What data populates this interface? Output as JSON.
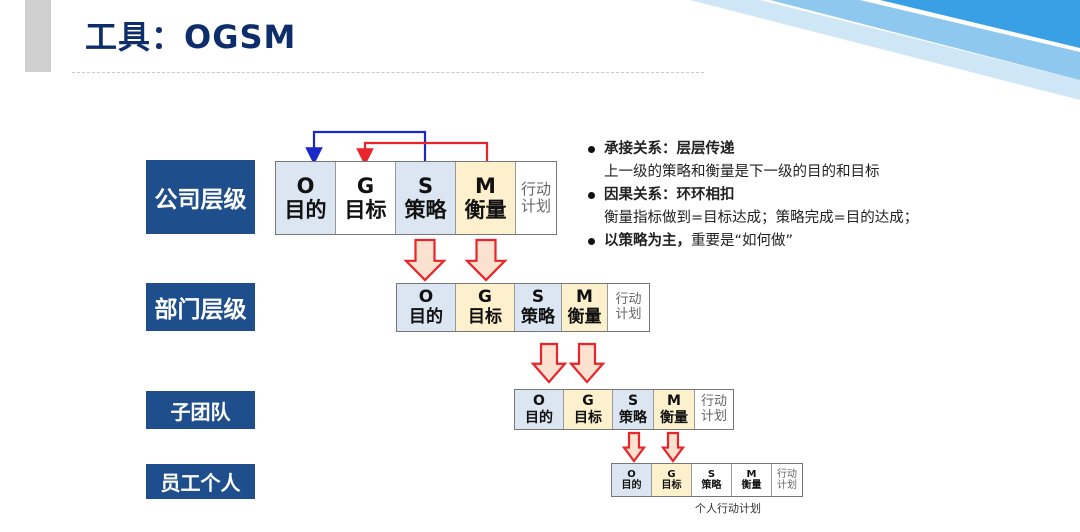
{
  "header": {
    "title": "工具：OGSM"
  },
  "ogsm_columns": [
    {
      "letter": "O",
      "label": "目的"
    },
    {
      "letter": "G",
      "label": "目标"
    },
    {
      "letter": "S",
      "label": "策略"
    },
    {
      "letter": "M",
      "label": "衡量"
    }
  ],
  "action_plan": [
    "行动",
    "计划"
  ],
  "levels": [
    {
      "label": "公司层级"
    },
    {
      "label": "部门层级"
    },
    {
      "label": "子团队"
    },
    {
      "label": "员工个人"
    }
  ],
  "notes": [
    {
      "heading": "承接关系：层层传递",
      "detail": "上一级的策略和衡量是下一级的目的和目标"
    },
    {
      "heading": "因果关系：环环相扣",
      "detail": "衡量指标做到=目标达成；策略完成=目的达成；"
    },
    {
      "heading": "以策略为主，",
      "detail": "重要是“如何做”"
    }
  ],
  "caption": "个人行动计划",
  "colors": {
    "accent": "#1f4e8c",
    "arrow_red": "#e8252a",
    "arrow_blue": "#1a28c8",
    "strategy_fill": "#dce6f2",
    "goal_fill": "#fdf0cc"
  },
  "icons": [
    "down-block-arrow-icon",
    "elbow-arrow-icon",
    "bullet-dot-icon"
  ]
}
